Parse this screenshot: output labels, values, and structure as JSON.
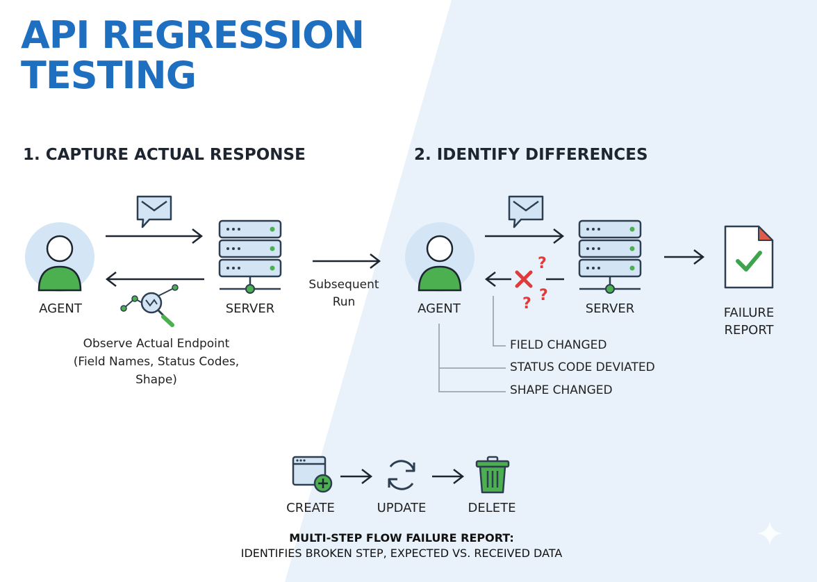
{
  "title": {
    "line1": "API REGRESSION",
    "line2": "TESTING"
  },
  "section1": {
    "heading": "1. CAPTURE ACTUAL RESPONSE",
    "agent_label": "AGENT",
    "server_label": "SERVER",
    "caption_line1": "Observe Actual Endpoint",
    "caption_line2": "(Field Names, Status Codes,",
    "caption_line3": "Shape)"
  },
  "transition": {
    "line1": "Subsequent",
    "line2": "Run"
  },
  "section2": {
    "heading": "2. IDENTIFY DIFFERENCES",
    "agent_label": "AGENT",
    "server_label": "SERVER",
    "report_label_line1": "FAILURE",
    "report_label_line2": "REPORT",
    "differences": [
      "FIELD CHANGED",
      "STATUS CODE DEVIATED",
      "SHAPE CHANGED"
    ]
  },
  "flow": {
    "steps": [
      "CREATE",
      "UPDATE",
      "DELETE"
    ],
    "footer_line1": "MULTI-STEP FLOW FAILURE REPORT:",
    "footer_line2": "IDENTIFIES BROKEN STEP, EXPECTED VS. RECEIVED DATA"
  },
  "colors": {
    "title": "#1E6FC0",
    "avatar_bg": "#D4E6F6",
    "avatar_body": "#4CAF50",
    "server_fill": "#D3E5F5",
    "server_stroke": "#2C3E50",
    "error_red": "#E03A3A",
    "check_green": "#3FA34D"
  },
  "icons": {
    "agent": "user-avatar-icon",
    "server": "server-rack-icon",
    "message": "envelope-chat-icon",
    "inspect": "magnifier-graph-icon",
    "error": "x-question-icon",
    "report": "document-check-icon",
    "create": "window-add-icon",
    "update": "refresh-icon",
    "delete": "trash-icon"
  }
}
